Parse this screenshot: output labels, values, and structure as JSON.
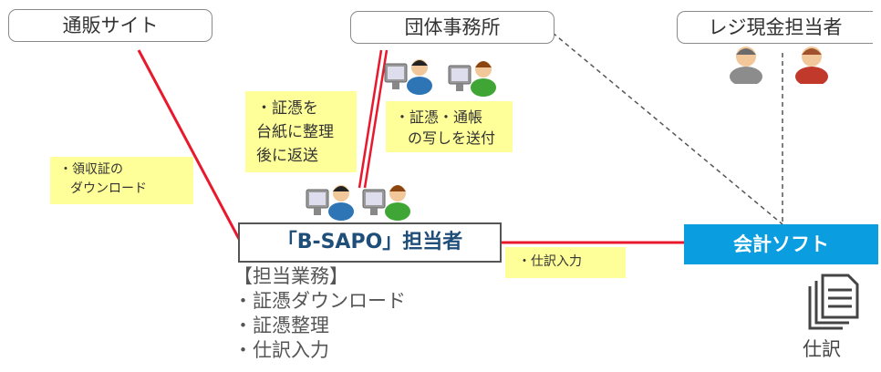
{
  "nodes": {
    "ec_site": "通販サイト",
    "org_office": "団体事務所",
    "cashier": "レジ現金担当者",
    "bsapo": "「B-SAPO」担当者",
    "accounting_software": "会計ソフト"
  },
  "notes": {
    "receipt_download": [
      "・領収証の",
      "ダウンロード"
    ],
    "vouchers_return": [
      "・証憑を",
      "台紙に整理",
      "後に返送"
    ],
    "send_copies": [
      "・証憑・通帳",
      "の写しを送付"
    ],
    "journal_entry": "・仕訳入力"
  },
  "duties": {
    "heading": "【担当業務】",
    "items": [
      "・証憑ダウンロード",
      "・証憑整理",
      "・仕訳入力"
    ]
  },
  "documents_label": "仕訳",
  "colors": {
    "flow_line": "#e8192c",
    "dashed_line": "#555555",
    "note_fill": "#ffff99",
    "software_fill": "#0a9ddf",
    "bsapo_text": "#1f4e79"
  },
  "icons": [
    "pc-worker-icon",
    "person-gray-icon",
    "person-red-icon",
    "documents-icon"
  ]
}
